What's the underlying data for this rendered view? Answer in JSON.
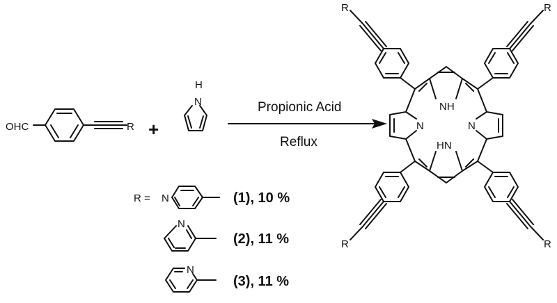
{
  "reagents": {
    "aldehyde_group": "OHC",
    "alkyne_substituent": "R",
    "plus_sign": "+",
    "pyrrole_nh": "H",
    "pyrrole_n": "N"
  },
  "conditions": {
    "above_arrow": "Propionic Acid",
    "below_arrow": "Reflux"
  },
  "r_definition": {
    "prefix": "R =",
    "ring_n": "N",
    "entries": [
      {
        "compound": "(1), 10 %",
        "substituent": "pyridin-4-yl"
      },
      {
        "compound": "(2), 11 %",
        "substituent": "pyridin-3-yl"
      },
      {
        "compound": "(3), 11 %",
        "substituent": "pyridin-2-yl"
      }
    ]
  },
  "product": {
    "substituent_label": "R",
    "core_nh": "NH",
    "core_hn": "HN",
    "core_n": "N"
  }
}
